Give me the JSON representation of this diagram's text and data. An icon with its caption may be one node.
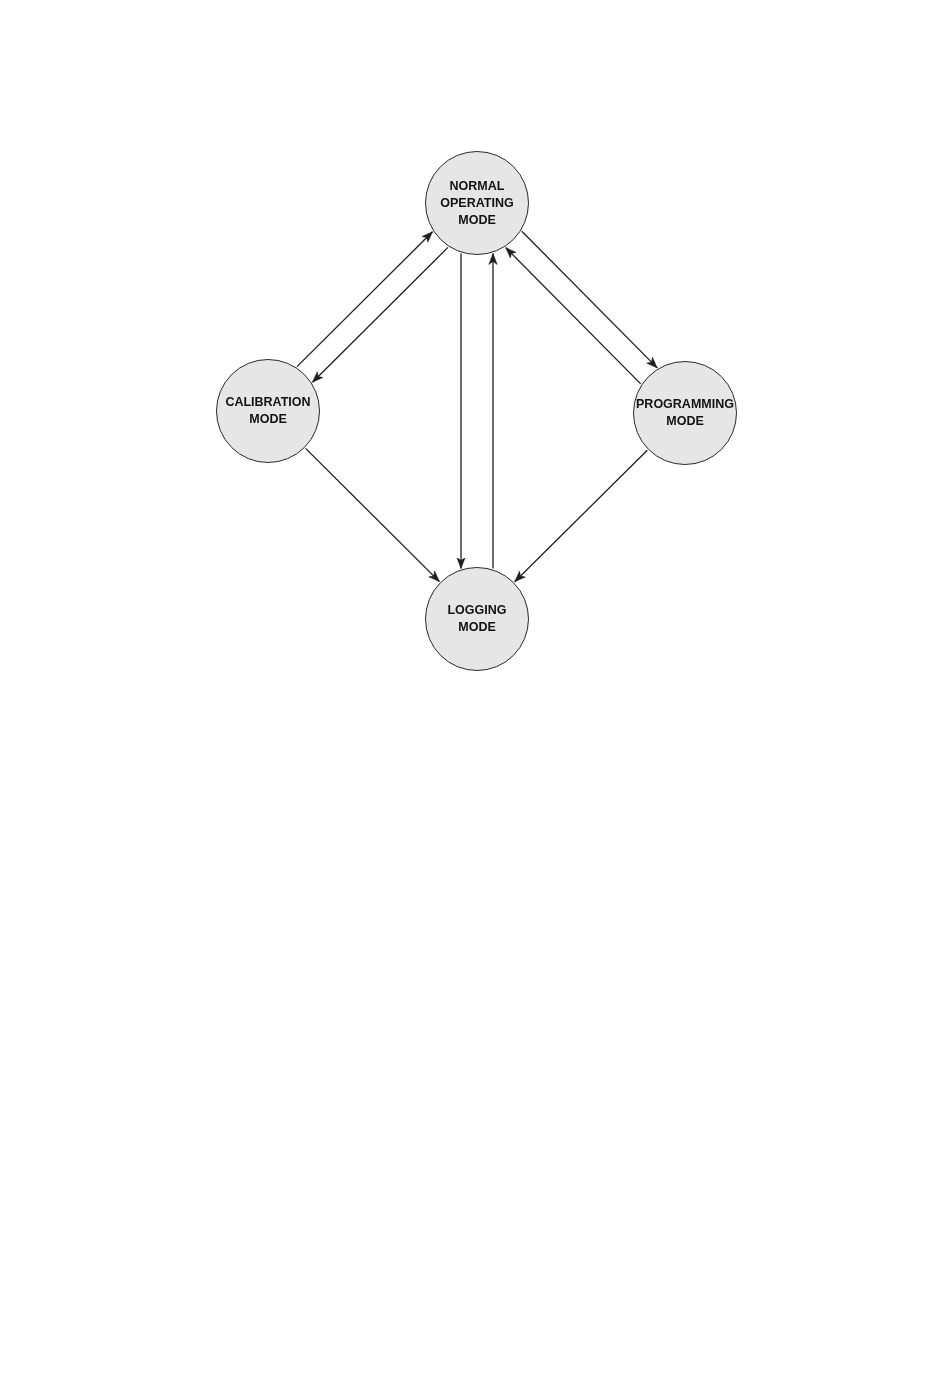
{
  "diagram": {
    "nodes": [
      {
        "text": [
          "NORMAL OPERATING MODE"
        ]
      },
      {
        "text": [
          "CALIBRATION MODE"
        ]
      },
      {
        "text": [
          "PROGRAMMING MODE"
        ]
      },
      {
        "text": [
          "LOGGING MODE"
        ]
      }
    ],
    "edges": [
      {
        "from": 1,
        "to": 0,
        "arrow": "to"
      },
      {
        "from": 0,
        "to": 1,
        "arrow": "to"
      },
      {
        "from": 0,
        "to": 3,
        "arrow": "to"
      },
      {
        "from": 3,
        "to": 0,
        "arrow": "to"
      },
      {
        "from": 0,
        "to": 2,
        "arrow": "to"
      },
      {
        "from": 2,
        "to": 0,
        "arrow": "to"
      },
      {
        "from": 1,
        "to": 3,
        "arrow": "to"
      },
      {
        "from": 2,
        "to": 3,
        "arrow": "to"
      }
    ]
  }
}
